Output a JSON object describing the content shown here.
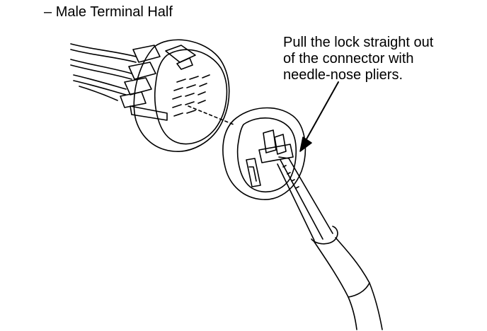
{
  "heading": {
    "prefix": "–",
    "text": "Male Terminal Half"
  },
  "callout": {
    "lines": [
      "Pull the lock straight out",
      "of the connector with",
      "needle-nose pliers."
    ]
  },
  "colors": {
    "ink": "#000000",
    "paper": "#ffffff"
  },
  "icons": [
    "male-connector-illustration",
    "terminal-lock-illustration",
    "needle-nose-pliers-illustration",
    "callout-arrow"
  ]
}
